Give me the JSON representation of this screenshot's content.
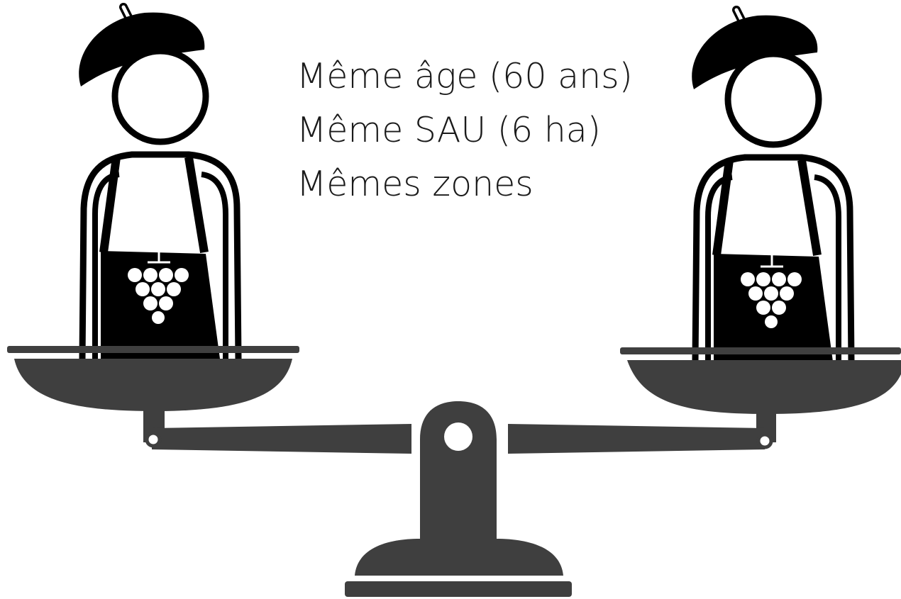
{
  "caption": {
    "lines": [
      "Même âge (60 ans)",
      "Même SAU (6 ha)",
      "Mêmes zones"
    ]
  },
  "illustration": {
    "left_figure": "winegrower",
    "right_figure": "winegrower",
    "object": "balance-scale",
    "apron_icon": "grape-bunch-icon",
    "colors": {
      "figure": "#000000",
      "scale": "#3f3f3f",
      "background": "#ffffff"
    }
  }
}
